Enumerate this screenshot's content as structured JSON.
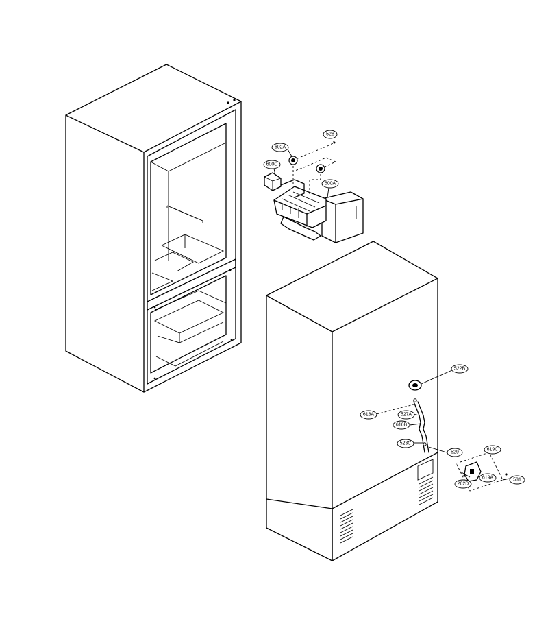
{
  "labels": {
    "l602A": "602A",
    "l528": "528",
    "l600C": "600C",
    "l600A": "600A",
    "l522B": "522B",
    "l618A": "618A",
    "l527A": "527A",
    "l616B": "616B",
    "l523C": "523C",
    "l529": "529",
    "l619C": "619C",
    "l619A": "619A",
    "l262D": "262D",
    "l531": "531"
  }
}
